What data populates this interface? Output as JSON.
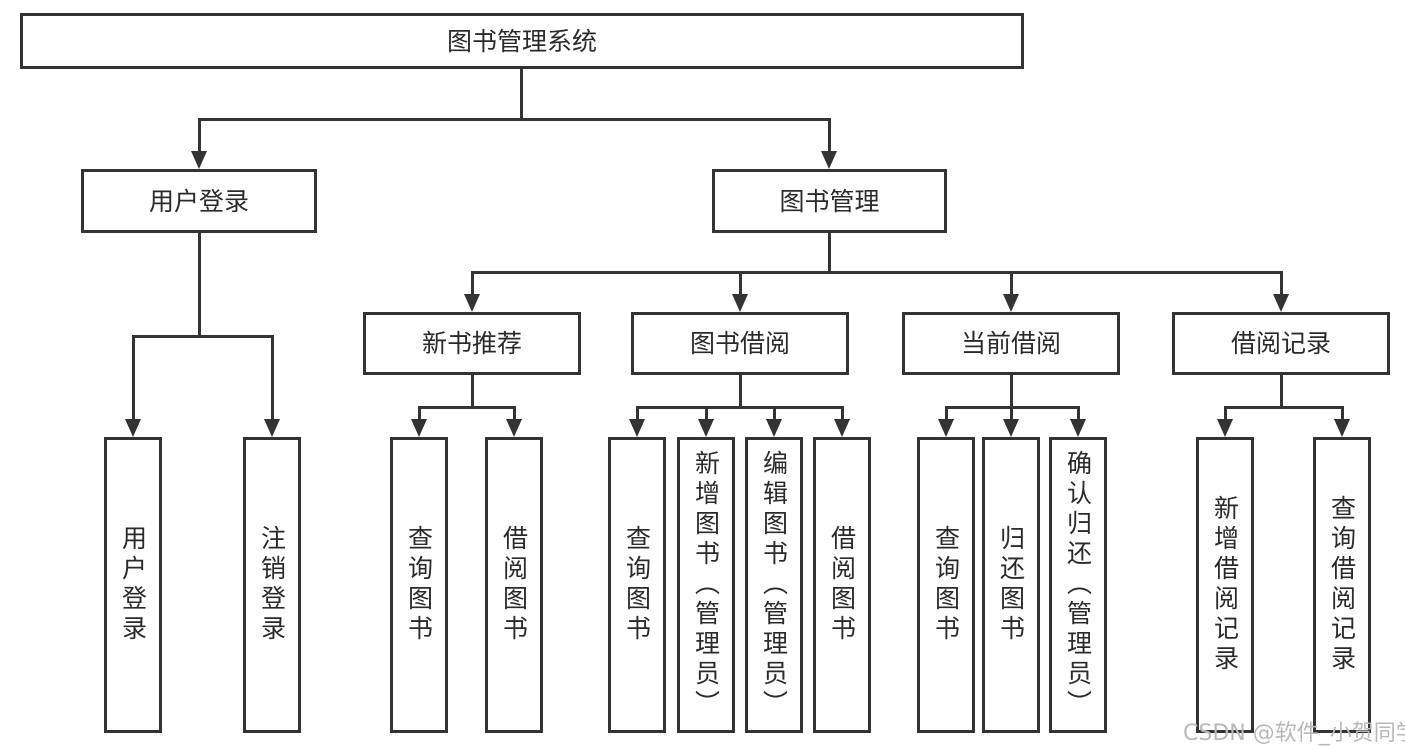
{
  "diagram": {
    "tree": {
      "label": "图书管理系统",
      "children": [
        {
          "label": "用户登录",
          "children": [
            {
              "label": "用户登录"
            },
            {
              "label": "注销登录"
            }
          ]
        },
        {
          "label": "图书管理",
          "children": [
            {
              "label": "新书推荐",
              "children": [
                {
                  "label": "查询图书"
                },
                {
                  "label": "借阅图书"
                }
              ]
            },
            {
              "label": "图书借阅",
              "children": [
                {
                  "label": "查询图书"
                },
                {
                  "label": "新增图书（管理员）"
                },
                {
                  "label": "编辑图书（管理员）"
                },
                {
                  "label": "借阅图书"
                }
              ]
            },
            {
              "label": "当前借阅",
              "children": [
                {
                  "label": "查询图书"
                },
                {
                  "label": "归还图书"
                },
                {
                  "label": "确认归还（管理员）"
                }
              ]
            },
            {
              "label": "借阅记录",
              "children": [
                {
                  "label": "新增借阅记录"
                },
                {
                  "label": "查询借阅记录"
                }
              ]
            }
          ]
        }
      ]
    },
    "watermark": "CSDN @软件_小贺同学",
    "colors": {
      "line": "#333333",
      "text": "#2b2b2b",
      "box_background": "#ffffff",
      "watermark": "#b9b9bd"
    }
  }
}
